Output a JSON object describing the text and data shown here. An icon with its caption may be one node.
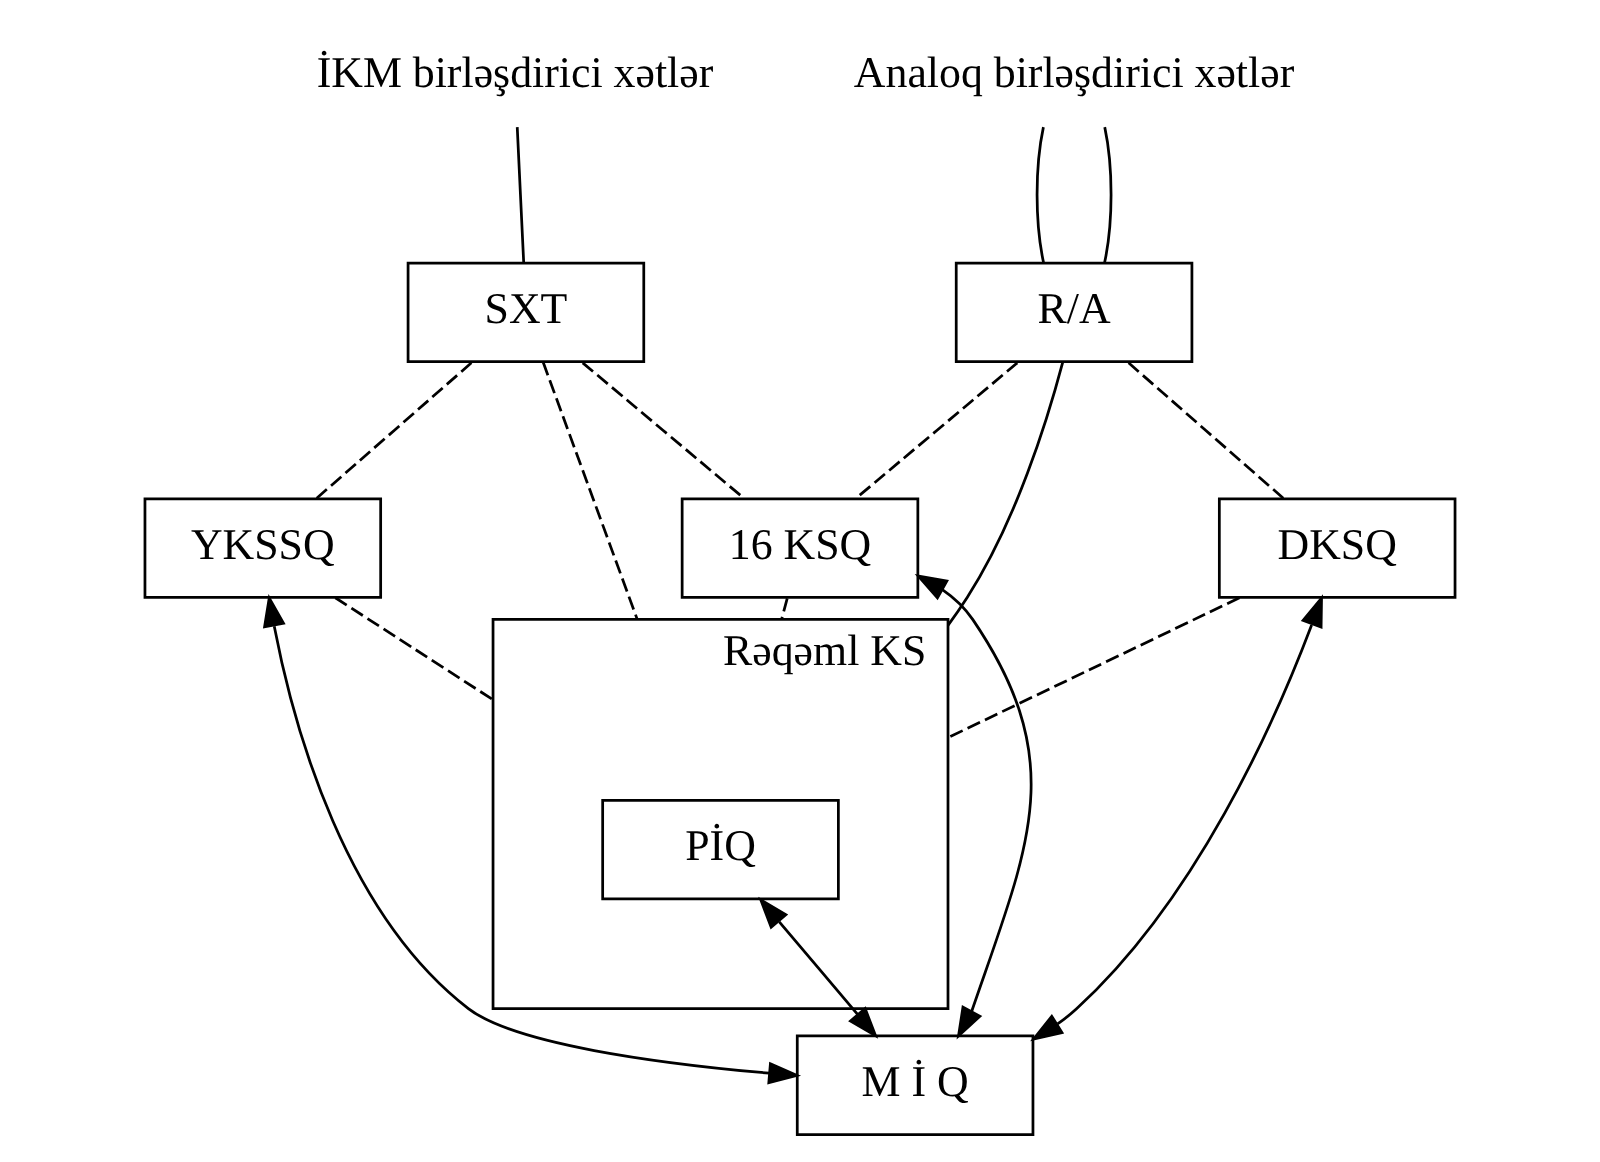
{
  "diagram": {
    "nodes": [
      {
        "text": [
          "İKM birləşdirici xətlər"
        ]
      },
      {
        "text": [
          "Analoq birləşdirici xətlər"
        ]
      },
      {
        "text": [
          "SXT"
        ]
      },
      {
        "text": [
          "R/A"
        ]
      },
      {
        "text": [
          "Rəqəml KS"
        ]
      },
      {
        "text": [
          "PİQ"
        ],
        "in": 4
      },
      {
        "text": [
          "YKSSQ"
        ]
      },
      {
        "text": [
          "DKSQ"
        ]
      },
      {
        "text": [
          "16 KSQ"
        ]
      },
      {
        "text": [
          "M İ Q"
        ]
      }
    ],
    "edges": [
      {
        "from": 0,
        "to": 2,
        "arrow": "none"
      },
      {
        "from": 1,
        "to": 3,
        "arrow": "none"
      },
      {
        "from": 1,
        "to": 3,
        "arrow": "none"
      },
      {
        "from": 2,
        "to": 4,
        "arrow": "none",
        "style": "dashed"
      },
      {
        "from": 3,
        "to": 4,
        "arrow": "none"
      },
      {
        "from": 6,
        "to": 4,
        "arrow": "none",
        "style": "dashed"
      },
      {
        "from": 7,
        "to": 4,
        "arrow": "none",
        "style": "dashed"
      },
      {
        "from": 8,
        "to": 4,
        "arrow": "none",
        "style": "dashed"
      },
      {
        "from": 2,
        "to": 6,
        "arrow": "none",
        "style": "dashed"
      },
      {
        "from": 2,
        "to": 8,
        "arrow": "none",
        "style": "dashed"
      },
      {
        "from": 3,
        "to": 7,
        "arrow": "none",
        "style": "dashed"
      },
      {
        "from": 3,
        "to": 8,
        "arrow": "none",
        "style": "dashed"
      },
      {
        "from": 6,
        "to": 9,
        "arrow": "both"
      },
      {
        "from": 7,
        "to": 9,
        "arrow": "both"
      },
      {
        "from": 8,
        "to": 9,
        "arrow": "both"
      },
      {
        "from": 5,
        "to": 9,
        "arrow": "both"
      }
    ]
  }
}
